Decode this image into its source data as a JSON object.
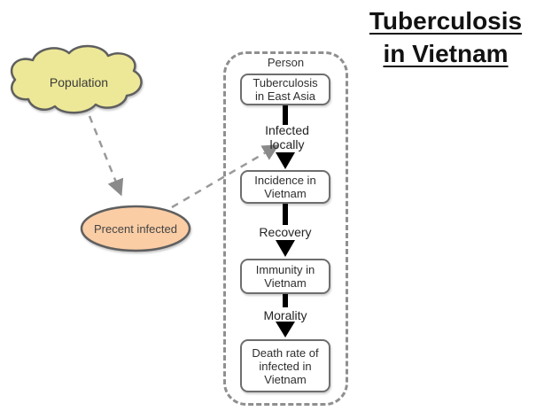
{
  "title": {
    "line1": "Tuberculosis",
    "line2": "in Vietnam"
  },
  "cloud": {
    "label": "Population"
  },
  "ellipse": {
    "label": "Precent infected"
  },
  "person_frame": {
    "label": "Person"
  },
  "flow_boxes": [
    {
      "label": "Tuberculosis in East Asia"
    },
    {
      "label": "Incidence in Vietnam"
    },
    {
      "label": "Immunity in Vietnam"
    },
    {
      "label": "Death rate of infected in Vietnam"
    }
  ],
  "flow_labels": [
    {
      "label": "Infected locally"
    },
    {
      "label": "Recovery"
    },
    {
      "label": "Morality"
    }
  ],
  "colors": {
    "cloud_fill": "#EDE897",
    "ellipse_fill": "#FACDA5",
    "shape_stroke": "#5F5F5F",
    "box_stroke": "#6E6E6E",
    "dashed_gray": "#979797",
    "solid_arrow": "#000000",
    "text": "#2E2E2E"
  }
}
